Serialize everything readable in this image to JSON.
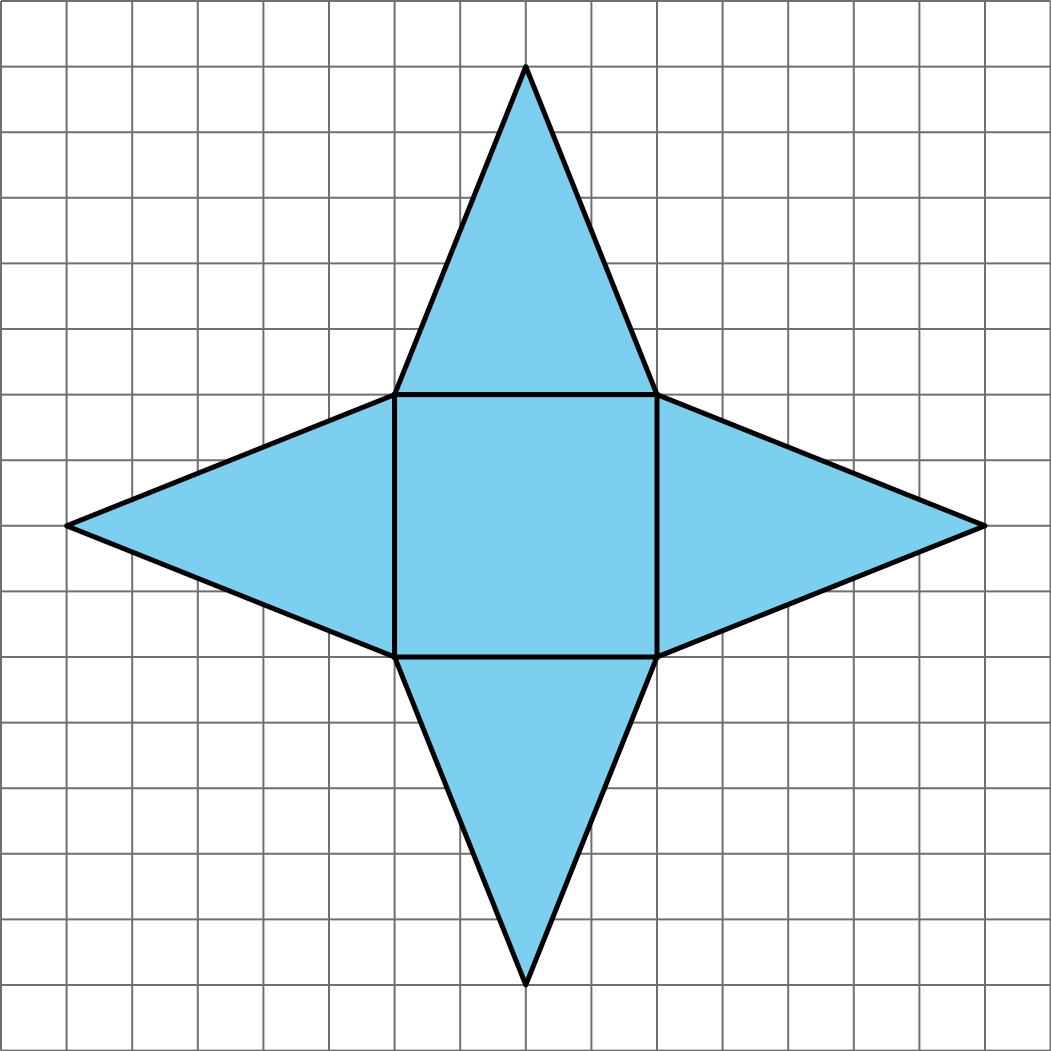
{
  "diagram": {
    "type": "pyramid-net",
    "grid": {
      "columns": 16,
      "rows": 16,
      "line_color": "#6f6f6f",
      "background": "#ffffff"
    },
    "fill_color": "#7dcfef",
    "outline_color": "#000000",
    "base_square": {
      "corners_grid": [
        [
          6,
          6
        ],
        [
          10,
          6
        ],
        [
          10,
          10
        ],
        [
          6,
          10
        ]
      ],
      "side_units": 4
    },
    "triangles": [
      {
        "id": "top",
        "apex_grid": [
          8,
          1
        ]
      },
      {
        "id": "right",
        "apex_grid": [
          15,
          8
        ]
      },
      {
        "id": "bottom",
        "apex_grid": [
          8,
          15
        ]
      },
      {
        "id": "left",
        "apex_grid": [
          1,
          8
        ]
      }
    ]
  }
}
